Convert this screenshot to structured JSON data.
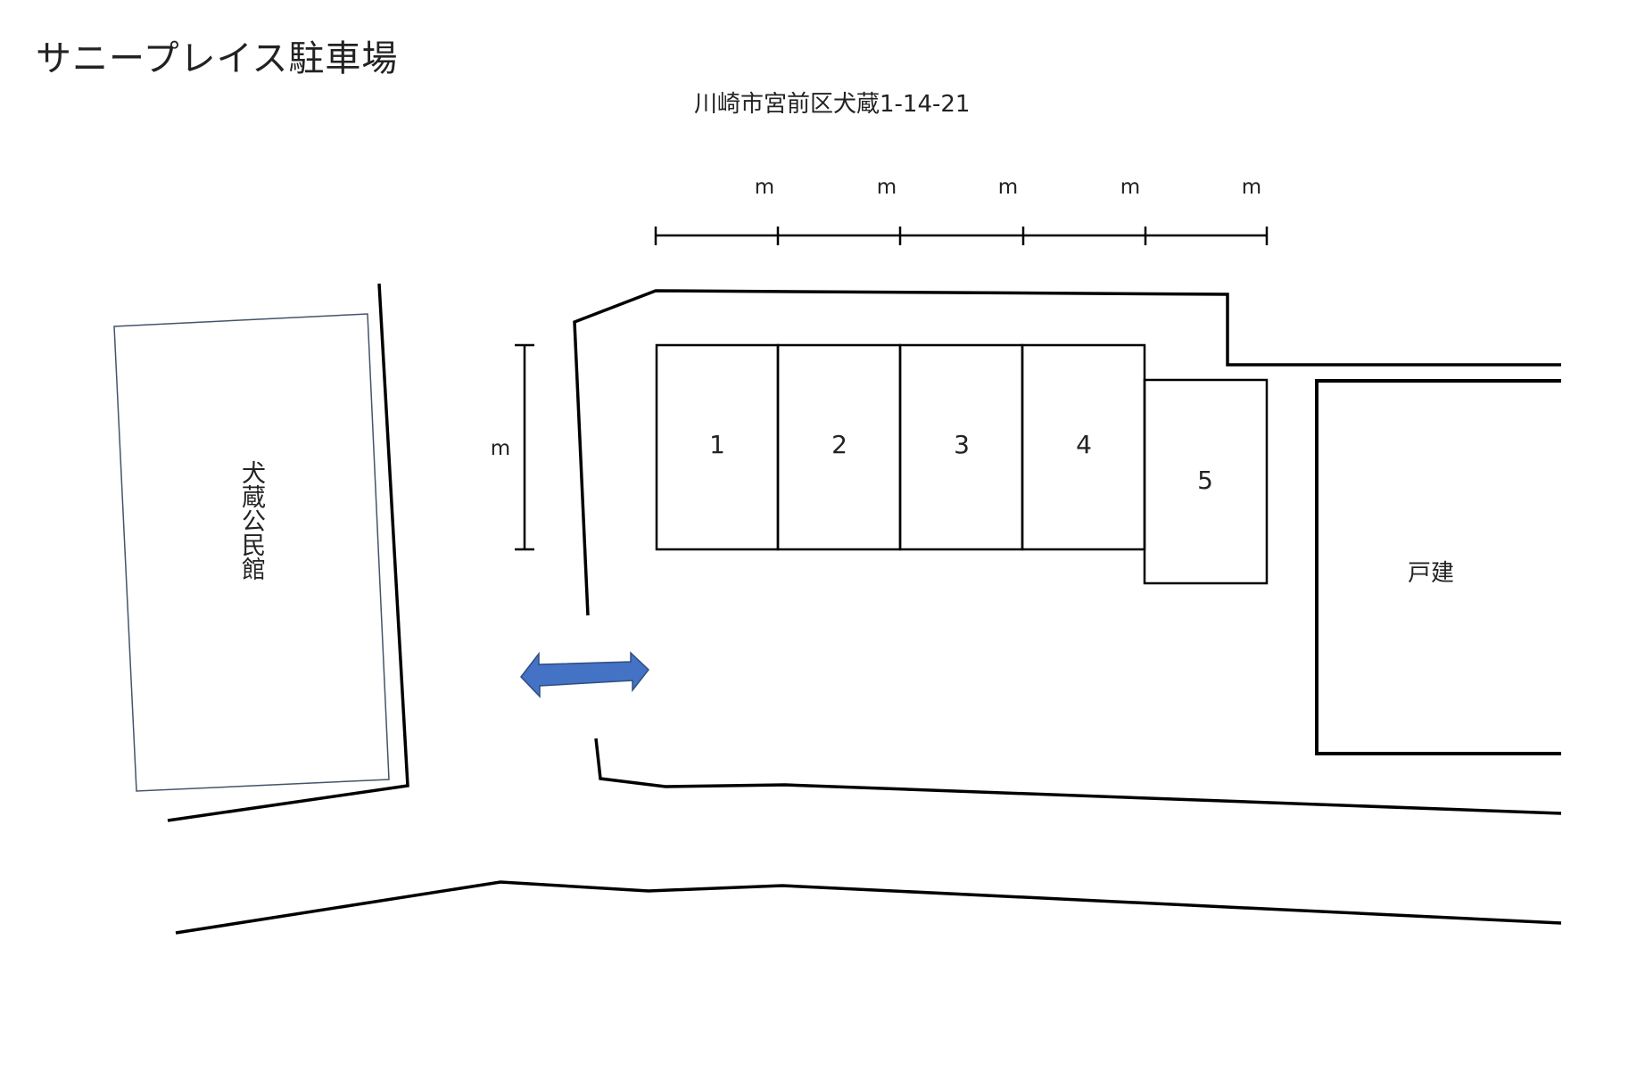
{
  "title": "サニープレイス駐車場",
  "address": "川崎市宮前区犬蔵1-14-21",
  "neighbor_building": {
    "label": "犬蔵公民館"
  },
  "house": {
    "label": "戸建"
  },
  "dimension_units": {
    "horizontal": [
      "m",
      "m",
      "m",
      "m",
      "m"
    ],
    "vertical": "m"
  },
  "parking_spaces": [
    {
      "number": "1"
    },
    {
      "number": "2"
    },
    {
      "number": "3"
    },
    {
      "number": "4"
    },
    {
      "number": "5"
    }
  ],
  "entrance_arrow": {
    "color": "#4472c4",
    "stroke_color": "#2f4f7f"
  },
  "line_color": "#000000"
}
